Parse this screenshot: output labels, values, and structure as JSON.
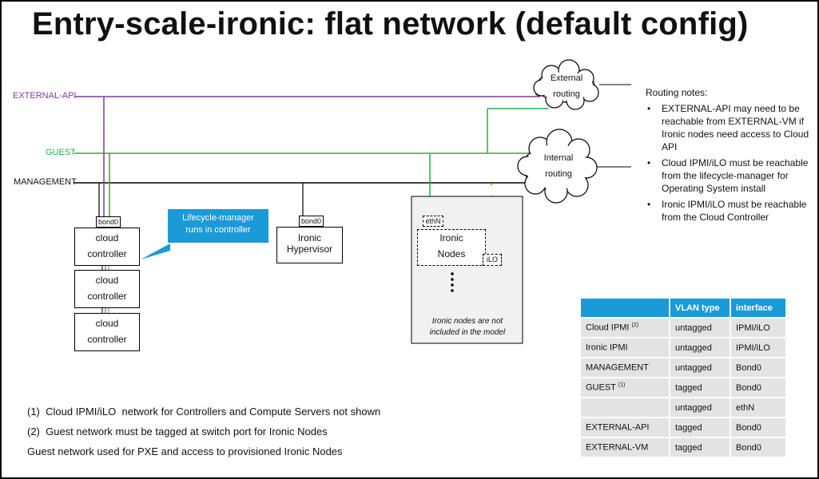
{
  "title": "Entry-scale-ironic: flat network (default config)",
  "colors": {
    "external_api": "#7a3e9d",
    "guest": "#22b14c",
    "management": "#000000",
    "accent": "#1a9ad6",
    "orange": "#f59b1c"
  },
  "networks": {
    "external_api": "EXTERNAL-API",
    "guest": "GUEST",
    "management": "MANAGEMENT"
  },
  "clouds": {
    "external": [
      "External",
      "routing"
    ],
    "internal": [
      "Internal",
      "routing"
    ]
  },
  "controllers": {
    "tag": "bond0",
    "label_1": "cloud",
    "label_2": "controller"
  },
  "callout": [
    "Lifecycle-manager",
    "runs in controller"
  ],
  "hypervisor": {
    "tag": "bond0",
    "line1": "Ironic",
    "line2": "Hypervisor"
  },
  "ironic_area": {
    "eth_tag": "ethN",
    "ilo_tag": "iLO",
    "nodes_line1": "Ironic",
    "nodes_line2": "Nodes",
    "note_line1": "Ironic nodes are not",
    "note_line2": "included in the model"
  },
  "routing_notes": {
    "heading": "Routing notes:",
    "items": [
      "EXTERNAL-API may need to be reachable from EXTERNAL-VM if Ironic nodes need access to Cloud API",
      "Cloud IPMI/iLO must be reachable from the lifecycle-manager for Operating System install",
      "Ironic IPMI/iLO must be reachable from the Cloud Controller"
    ]
  },
  "vlan_table": {
    "headers": [
      "",
      "VLAN type",
      "interface"
    ],
    "rows": [
      {
        "name": "Cloud IPMI",
        "sup": "(2)",
        "type": "untagged",
        "iface": "IPMI/iLO"
      },
      {
        "name": "Ironic IPMI",
        "sup": "",
        "type": "untagged",
        "iface": "IPMI/iLO"
      },
      {
        "name": "MANAGEMENT",
        "sup": "",
        "type": "untagged",
        "iface": "Bond0"
      },
      {
        "name": "GUEST",
        "sup": "(1)",
        "type": "tagged",
        "iface": "Bond0"
      },
      {
        "name": "",
        "sup": "",
        "type": "untagged",
        "iface": "ethN"
      },
      {
        "name": "EXTERNAL-API",
        "sup": "",
        "type": "tagged",
        "iface": "Bond0"
      },
      {
        "name": "EXTERNAL-VM",
        "sup": "",
        "type": "tagged",
        "iface": "Bond0"
      }
    ]
  },
  "footnotes": [
    "(1)  Cloud IPMI/iLO  network for Controllers and Compute Servers not shown",
    "(2)  Guest network must be tagged at switch port for Ironic Nodes",
    "Guest network used for PXE and access to provisioned Ironic Nodes"
  ]
}
